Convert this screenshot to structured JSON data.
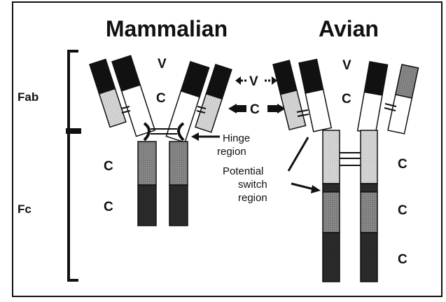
{
  "titles": {
    "left": "Mammalian",
    "right": "Avian"
  },
  "side_labels": {
    "fab": "Fab",
    "fc": "Fc"
  },
  "domains": {
    "variable": "V",
    "constant": "C"
  },
  "annotations": {
    "hinge": [
      "Hinge",
      "region"
    ],
    "switch": [
      "Potential",
      "switch",
      "region"
    ]
  },
  "colors": {
    "black": "#111111",
    "dark": "#3a3a3a",
    "mid": "#7b7b7b",
    "light": "#c9c9c9",
    "white": "#ffffff"
  }
}
